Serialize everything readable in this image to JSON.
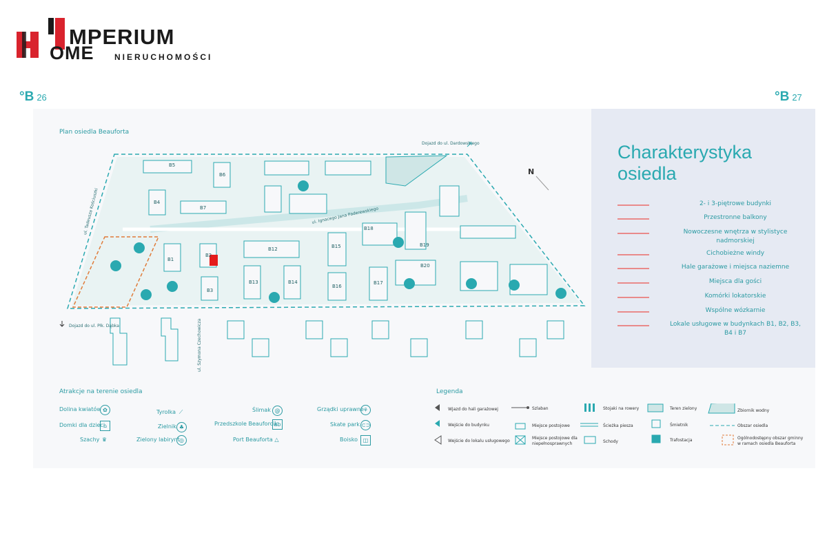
{
  "logo": {
    "line1": "MPERIUM",
    "line2": "OME",
    "sub": "NIERUCHOMOŚCI",
    "colors": {
      "red": "#d9232d",
      "dark": "#1a1a1a"
    }
  },
  "pages": {
    "left_letter": "°B",
    "left_num": "26",
    "right_letter": "°B",
    "right_num": "27"
  },
  "map": {
    "title": "Plan osiedla Beauforta",
    "compass": "N",
    "roads": {
      "dardowskiego": "Dojazd do ul. Dardowskiego",
      "kosciuszki": "ul. Tadeusza Kościuszki",
      "paderewskiego": "ul. Ignacego Jana Paderewskiego",
      "czechowicz": "ul. Szymona Czechowicza",
      "lipka": "Dojazd do ul. Płk. Dąbka"
    },
    "buildings": [
      "B1",
      "B2",
      "B3",
      "B4",
      "B5",
      "B6",
      "B7",
      "B12",
      "B13",
      "B14",
      "B15",
      "B16",
      "B17",
      "B18",
      "B19",
      "B20"
    ],
    "colors": {
      "teal": "#2aa9b0",
      "bg": "#f7f8fa",
      "highlight": "#e41b1b",
      "public": "#e07b39"
    }
  },
  "characteristics": {
    "title": "Charakterystyka osiedla",
    "items": [
      "2- i 3-piętrowe budynki",
      "Przestronne balkony",
      "Nowoczesne wnętrza w stylistyce nadmorskiej",
      "Cichobieżne windy",
      "Hale garażowe i miejsca naziemne",
      "Miejsca dla gości",
      "Komórki lokatorskie",
      "Wspólne wózkarnie",
      "Lokale usługowe w budynkach B1, B2, B3, B4 i B7"
    ]
  },
  "attractions": {
    "title": "Atrakcje na terenie osiedla",
    "items": [
      {
        "label": "Dolina kwiatów",
        "icon": "flower-icon"
      },
      {
        "label": "Domki dla dzieci",
        "icon": "kids-house-icon"
      },
      {
        "label": "Szachy",
        "icon": "chess-icon"
      },
      {
        "label": "Tyrolka",
        "icon": "zipline-icon"
      },
      {
        "label": "Zielnik",
        "icon": "herb-icon"
      },
      {
        "label": "Zielony labirynt",
        "icon": "maze-icon"
      },
      {
        "label": "Ślimak",
        "icon": "snail-icon"
      },
      {
        "label": "Przedszkole Beauforcik",
        "icon": "kindergarten-icon"
      },
      {
        "label": "Port Beauforta",
        "icon": "port-icon"
      },
      {
        "label": "Grządki uprawne",
        "icon": "garden-icon"
      },
      {
        "label": "Skate park",
        "icon": "skate-icon"
      },
      {
        "label": "Boisko",
        "icon": "pitch-icon"
      }
    ]
  },
  "legend": {
    "title": "Legenda",
    "items": [
      {
        "label": "Wjazd do hali garażowej",
        "icon": "triangle-filled-icon"
      },
      {
        "label": "Wejście do budynku",
        "icon": "triangle-teal-icon"
      },
      {
        "label": "Wejście do lokalu usługowego",
        "icon": "triangle-outline-icon"
      },
      {
        "label": "Szlaban",
        "icon": "barrier-icon"
      },
      {
        "label": "Miejsce postojowe",
        "icon": "parking-icon"
      },
      {
        "label": "Miejsce postojowe dla niepełnosprawnych",
        "icon": "disabled-parking-icon"
      },
      {
        "label": "Stojaki na rowery",
        "icon": "bike-rack-icon"
      },
      {
        "label": "Ścieżka piesza",
        "icon": "footpath-icon"
      },
      {
        "label": "Schody",
        "icon": "stairs-icon"
      },
      {
        "label": "Teren zielony",
        "icon": "green-area-icon"
      },
      {
        "label": "Śmietnik",
        "icon": "trash-icon"
      },
      {
        "label": "Trafostacja",
        "icon": "transformer-icon"
      },
      {
        "label": "Zbiornik wodny",
        "icon": "water-icon"
      },
      {
        "label": "Obszar osiedla",
        "icon": "estate-border-icon"
      },
      {
        "label": "Ogólnodostępny obszar gminny w ramach osiedla Beauforta",
        "icon": "public-area-icon"
      }
    ]
  }
}
